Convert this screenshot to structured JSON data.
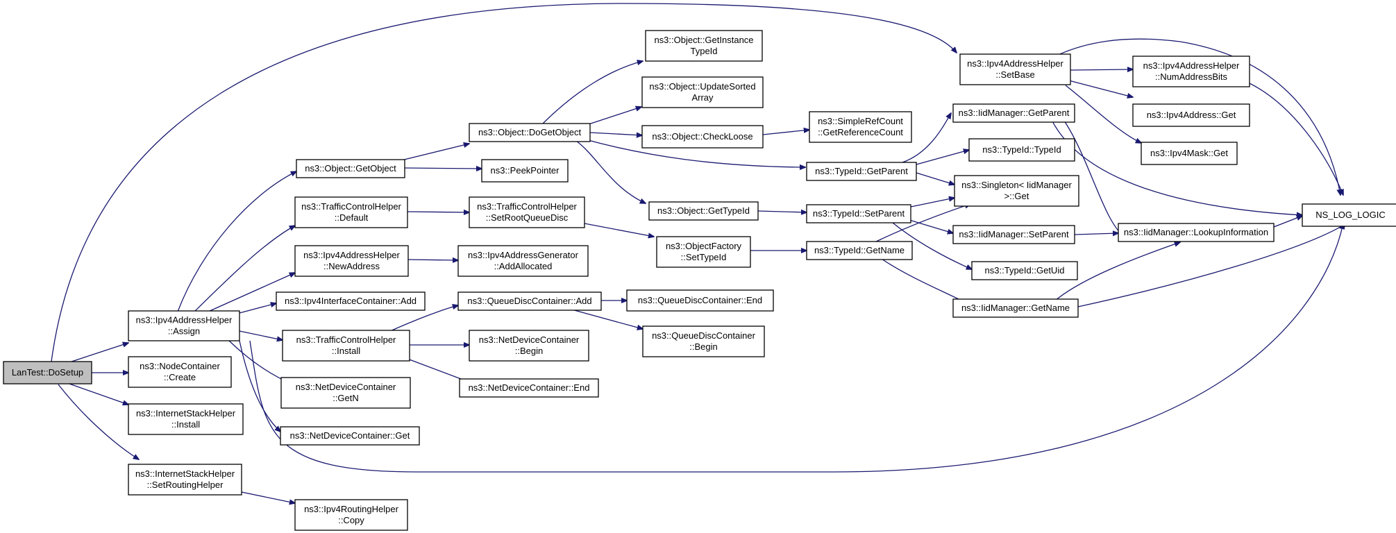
{
  "graph": {
    "nodes": [
      {
        "id": "root",
        "lines": [
          "LanTest::DoSetup"
        ],
        "root": true
      },
      {
        "id": "n_setbase",
        "lines": [
          "ns3::Ipv4AddressHelper",
          "::SetBase"
        ]
      },
      {
        "id": "n_numaddr",
        "lines": [
          "ns3::Ipv4AddressHelper",
          "::NumAddressBits"
        ]
      },
      {
        "id": "n_addrget",
        "lines": [
          "ns3::Ipv4Address::Get"
        ]
      },
      {
        "id": "n_maskget",
        "lines": [
          "ns3::Ipv4Mask::Get"
        ]
      },
      {
        "id": "n_nslog",
        "lines": [
          "NS_LOG_LOGIC"
        ]
      },
      {
        "id": "n_gettypeid_inst",
        "lines": [
          "ns3::Object::GetInstance",
          "TypeId"
        ]
      },
      {
        "id": "n_updsorted",
        "lines": [
          "ns3::Object::UpdateSorted",
          "Array"
        ]
      },
      {
        "id": "n_dogetobject",
        "lines": [
          "ns3::Object::DoGetObject"
        ]
      },
      {
        "id": "n_checkloose",
        "lines": [
          "ns3::Object::CheckLoose"
        ]
      },
      {
        "id": "n_refcount",
        "lines": [
          "ns3::SimpleRefCount",
          "::GetReferenceCount"
        ]
      },
      {
        "id": "n_iid_getparent",
        "lines": [
          "ns3::IidManager::GetParent"
        ]
      },
      {
        "id": "n_typeid_typeid",
        "lines": [
          "ns3::TypeId::TypeId"
        ]
      },
      {
        "id": "n_getobject",
        "lines": [
          "ns3::Object::GetObject"
        ]
      },
      {
        "id": "n_peekpointer",
        "lines": [
          "ns3::PeekPointer"
        ]
      },
      {
        "id": "n_typeid_getparent",
        "lines": [
          "ns3::TypeId::GetParent"
        ]
      },
      {
        "id": "n_singleton",
        "lines": [
          "ns3::Singleton< IidManager",
          ">::Get"
        ]
      },
      {
        "id": "n_tch_default",
        "lines": [
          "ns3::TrafficControlHelper",
          "::Default"
        ]
      },
      {
        "id": "n_tch_setroot",
        "lines": [
          "ns3::TrafficControlHelper",
          "::SetRootQueueDisc"
        ]
      },
      {
        "id": "n_obj_gettypeid",
        "lines": [
          "ns3::Object::GetTypeId"
        ]
      },
      {
        "id": "n_typeid_setparent",
        "lines": [
          "ns3::TypeId::SetParent"
        ]
      },
      {
        "id": "n_iid_setparent",
        "lines": [
          "ns3::IidManager::SetParent"
        ]
      },
      {
        "id": "n_lookupinfo",
        "lines": [
          "ns3::IidManager::LookupInformation"
        ]
      },
      {
        "id": "n_objfactory",
        "lines": [
          "ns3::ObjectFactory",
          "::SetTypeId"
        ]
      },
      {
        "id": "n_typeid_getname",
        "lines": [
          "ns3::TypeId::GetName"
        ]
      },
      {
        "id": "n_ipv4_newaddr",
        "lines": [
          "ns3::Ipv4AddressHelper",
          "::NewAddress"
        ]
      },
      {
        "id": "n_addralloc",
        "lines": [
          "ns3::Ipv4AddressGenerator",
          "::AddAllocated"
        ]
      },
      {
        "id": "n_typeid_getuid",
        "lines": [
          "ns3::TypeId::GetUid"
        ]
      },
      {
        "id": "n_ific_add",
        "lines": [
          "ns3::Ipv4InterfaceContainer::Add"
        ]
      },
      {
        "id": "n_qdc_add",
        "lines": [
          "ns3::QueueDiscContainer::Add"
        ]
      },
      {
        "id": "n_qdc_end",
        "lines": [
          "ns3::QueueDiscContainer::End"
        ]
      },
      {
        "id": "n_iid_getname",
        "lines": [
          "ns3::IidManager::GetName"
        ]
      },
      {
        "id": "n_assign",
        "lines": [
          "ns3::Ipv4AddressHelper",
          "::Assign"
        ]
      },
      {
        "id": "n_tch_install",
        "lines": [
          "ns3::TrafficControlHelper",
          "::Install"
        ]
      },
      {
        "id": "n_ndc_begin",
        "lines": [
          "ns3::NetDeviceContainer",
          "::Begin"
        ]
      },
      {
        "id": "n_qdc_begin",
        "lines": [
          "ns3::QueueDiscContainer",
          "::Begin"
        ]
      },
      {
        "id": "n_nc_create",
        "lines": [
          "ns3::NodeContainer",
          "::Create"
        ]
      },
      {
        "id": "n_ndc_end",
        "lines": [
          "ns3::NetDeviceContainer::End"
        ]
      },
      {
        "id": "n_ndc_getn",
        "lines": [
          "ns3::NetDeviceContainer",
          "::GetN"
        ]
      },
      {
        "id": "n_ish_install",
        "lines": [
          "ns3::InternetStackHelper",
          "::Install"
        ]
      },
      {
        "id": "n_ndc_get",
        "lines": [
          "ns3::NetDeviceContainer::Get"
        ]
      },
      {
        "id": "n_ish_setrouting",
        "lines": [
          "ns3::InternetStackHelper",
          "::SetRoutingHelper"
        ]
      },
      {
        "id": "n_rh_copy",
        "lines": [
          "ns3::Ipv4RoutingHelper",
          "::Copy"
        ]
      }
    ]
  }
}
